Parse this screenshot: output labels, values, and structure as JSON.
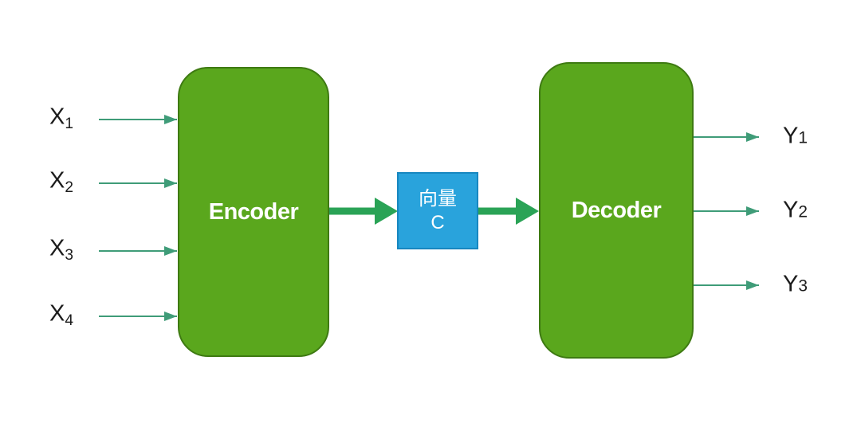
{
  "encoder": {
    "label": "Encoder"
  },
  "decoder": {
    "label": "Decoder"
  },
  "context_vector": {
    "line1": "向量",
    "line2": "C"
  },
  "inputs": [
    {
      "base": "X",
      "sub": "1"
    },
    {
      "base": "X",
      "sub": "2"
    },
    {
      "base": "X",
      "sub": "3"
    },
    {
      "base": "X",
      "sub": "4"
    }
  ],
  "outputs": [
    {
      "base": "Y",
      "sub": "1"
    },
    {
      "base": "Y",
      "sub": "2"
    },
    {
      "base": "Y",
      "sub": "3"
    }
  ],
  "colors": {
    "block-green": "#5aa71d",
    "block-green-border": "#3e7a12",
    "context-blue": "#29a3dc",
    "context-blue-border": "#1787c0",
    "arrow-thick": "#2aa356",
    "arrow-thin": "#3f9c78",
    "label-text": "#1c1c1c",
    "block-text": "#ffffff",
    "background": "#ffffff"
  }
}
